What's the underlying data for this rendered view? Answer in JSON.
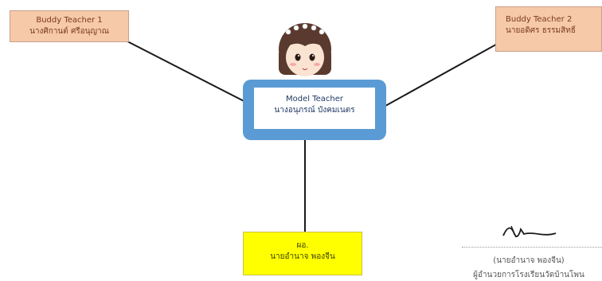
{
  "buddy_teacher_1": {
    "title": "Buddy Teacher 1",
    "name": "นางศิกานต์ ศรีอนุญาณ"
  },
  "buddy_teacher_2": {
    "title": "Buddy Teacher 2",
    "name": "นายอดิศร ธรรมสิทธิ์"
  },
  "model_teacher": {
    "title": "Model Teacher",
    "name": "นางอนุภรณ์ บังคมเนตร"
  },
  "director": {
    "title": "ผอ.",
    "name": "นายอำนาจ พองจีน"
  },
  "signature": {
    "name": "(นายอำนาจ พองจีน)",
    "position": "ผู้อำนวยการโรงเรียนวัดบ้านโพน"
  },
  "colors": {
    "buddy_box": "#f6c9a8",
    "model_frame": "#5b9bd5",
    "director_box": "#ffff00",
    "connector": "#1a1a1a"
  },
  "icons": [
    "girl-avatar-icon",
    "signature-scribble-icon"
  ]
}
